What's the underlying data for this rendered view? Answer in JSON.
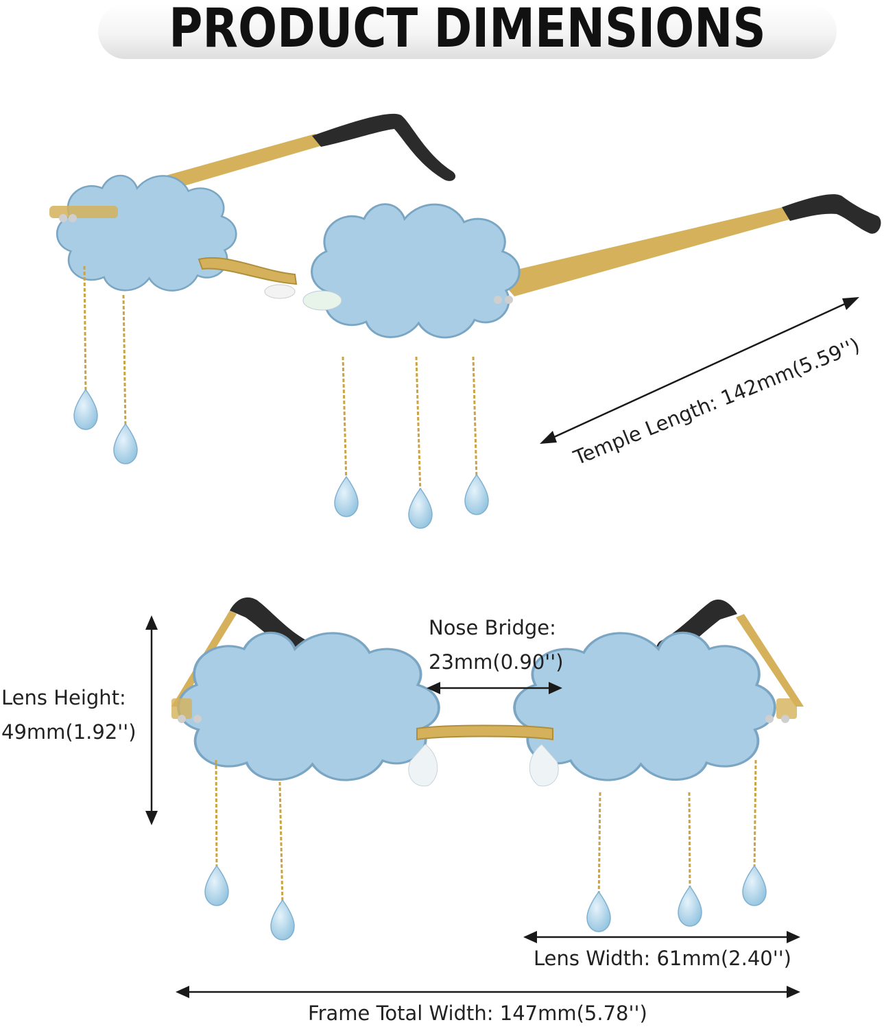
{
  "title": "PRODUCT DIMENSIONS",
  "colors": {
    "lens": "#a9cde4",
    "lens_edge": "#7aa6c4",
    "frame": "#d4b15a",
    "temple_tip": "#2b2b2b",
    "arrow": "#1a1a1a",
    "text": "#222222"
  },
  "dimensions": {
    "temple_length": "Temple Length: 142mm(5.59'')",
    "nose_bridge_line1": "Nose Bridge:",
    "nose_bridge_line2": "23mm(0.90'')",
    "lens_height_line1": "Lens Height:",
    "lens_height_line2": "49mm(1.92'')",
    "lens_width": "Lens Width: 61mm(2.40'')",
    "frame_total_width": "Frame Total Width: 147mm(5.78'')"
  }
}
